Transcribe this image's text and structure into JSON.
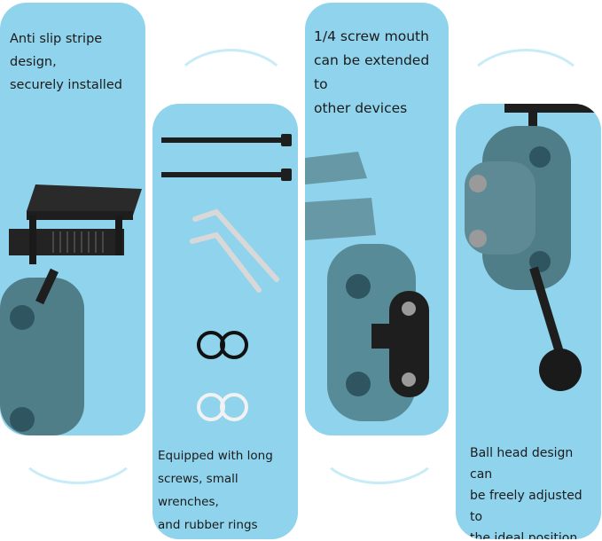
{
  "panels": [
    {
      "caption": "Anti slip stripe design,\nsecurely installed"
    },
    {
      "caption": "Equipped with long\nscrews, small wrenches,\nand rubber rings"
    },
    {
      "caption": "1/4 screw mouth\ncan be extended to\nother devices"
    },
    {
      "caption": "Ball head design can\nbe freely adjusted to\nthe ideal position"
    }
  ],
  "colors": {
    "panel": "#8fd3ec",
    "arc": "#c8ecf7",
    "clamp": "#4f7e89",
    "hardware": "#1e1e1e",
    "wrench": "#d8d8d8"
  }
}
